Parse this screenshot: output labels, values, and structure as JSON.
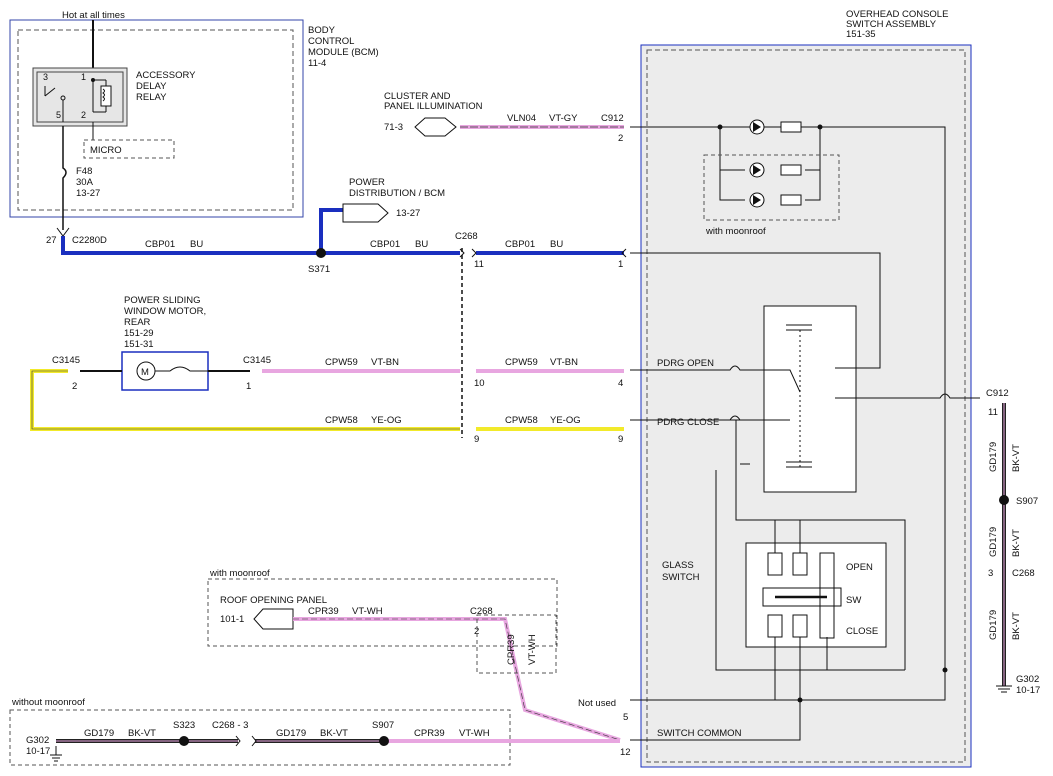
{
  "bcm": {
    "hot": "Hot at all times",
    "name": [
      "BODY",
      "CONTROL",
      "MODULE (BCM)",
      "11-4"
    ],
    "relay_name": [
      "ACCESSORY",
      "DELAY",
      "RELAY"
    ],
    "pin3": "3",
    "pin1": "1",
    "pin5": "5",
    "pin2": "2",
    "micro": "MICRO",
    "fuse": [
      "F48",
      "30A",
      "13-27"
    ],
    "pin27": "27",
    "conn": "C2280D"
  },
  "power_dist": {
    "name": [
      "POWER",
      "DISTRIBUTION / BCM"
    ],
    "ref": "13-27"
  },
  "cluster": {
    "name": [
      "CLUSTER AND",
      "PANEL ILLUMINATION"
    ],
    "ref": "71-3",
    "circuit": "VLN04",
    "color": "VT-GY",
    "conn": "C912",
    "pin": "2"
  },
  "cbp": {
    "c1": "CBP01",
    "col1": "BU",
    "splice": "S371",
    "c2": "CBP01",
    "col2": "BU",
    "c268": "C268",
    "pin11": "11",
    "c3": "CBP01",
    "col3": "BU",
    "pin1": "1"
  },
  "motor": {
    "name": [
      "POWER SLIDING",
      "WINDOW MOTOR,",
      "REAR",
      "151-29",
      "151-31"
    ],
    "conn_l": "C3145",
    "pin_l": "2",
    "conn_r": "C3145",
    "pin_r": "1",
    "motor_symbol": "M"
  },
  "cpw59": {
    "c1": "CPW59",
    "col1": "VT-BN",
    "pin10": "10",
    "c2": "CPW59",
    "col2": "VT-BN",
    "pin4": "4"
  },
  "cpw58": {
    "c1": "CPW58",
    "col1": "YE-OG",
    "pin9a": "9",
    "c2": "CPW58",
    "col2": "YE-OG",
    "pin9b": "9"
  },
  "console": {
    "name": [
      "OVERHEAD CONSOLE",
      "SWITCH ASSEMBLY",
      "151-35"
    ],
    "with_moonroof": "with moonroof",
    "pdrg_open": "PDRG OPEN",
    "pdrg_close": "PDRG CLOSE",
    "glass_switch": [
      "GLASS",
      "SWITCH"
    ],
    "open": "OPEN",
    "sw": "SW",
    "close": "CLOSE",
    "switch_common": "SWITCH COMMON",
    "not_used": "Not used",
    "pin5": "5",
    "pin12": "12"
  },
  "right": {
    "c912": "C912",
    "pin11": "11",
    "gd1": "GD179",
    "col1": "BK-VT",
    "s907": "S907",
    "gd2": "GD179",
    "col2": "BK-VT",
    "pin3": "3",
    "c268": "C268",
    "gd3": "GD179",
    "col3": "BK-VT",
    "g302": "G302",
    "ref": "10-17"
  },
  "roof": {
    "with_moonroof": "with moonroof",
    "name": "ROOF OPENING PANEL",
    "ref": "101-1",
    "circuit": "CPR39",
    "color": "VT-WH",
    "conn": "C268",
    "pin": "2",
    "v_circuit": "CPR39",
    "v_color": "VT-WH"
  },
  "bottom": {
    "without_moonroof": "without moonroof",
    "g302": "G302",
    "ref": "10-17",
    "gd1": "GD179",
    "col1": "BK-VT",
    "s323": "S323",
    "c268": "C268 - 3",
    "gd2": "GD179",
    "col2": "BK-VT",
    "s907": "S907",
    "cpr": "CPR39",
    "cprcol": "VT-WH"
  },
  "colors": {
    "blue": "#1a2fbf",
    "violet": "#e8a6e0",
    "yellow": "#f2ea2a",
    "black": "#111111",
    "box": "#1a2fbf"
  }
}
